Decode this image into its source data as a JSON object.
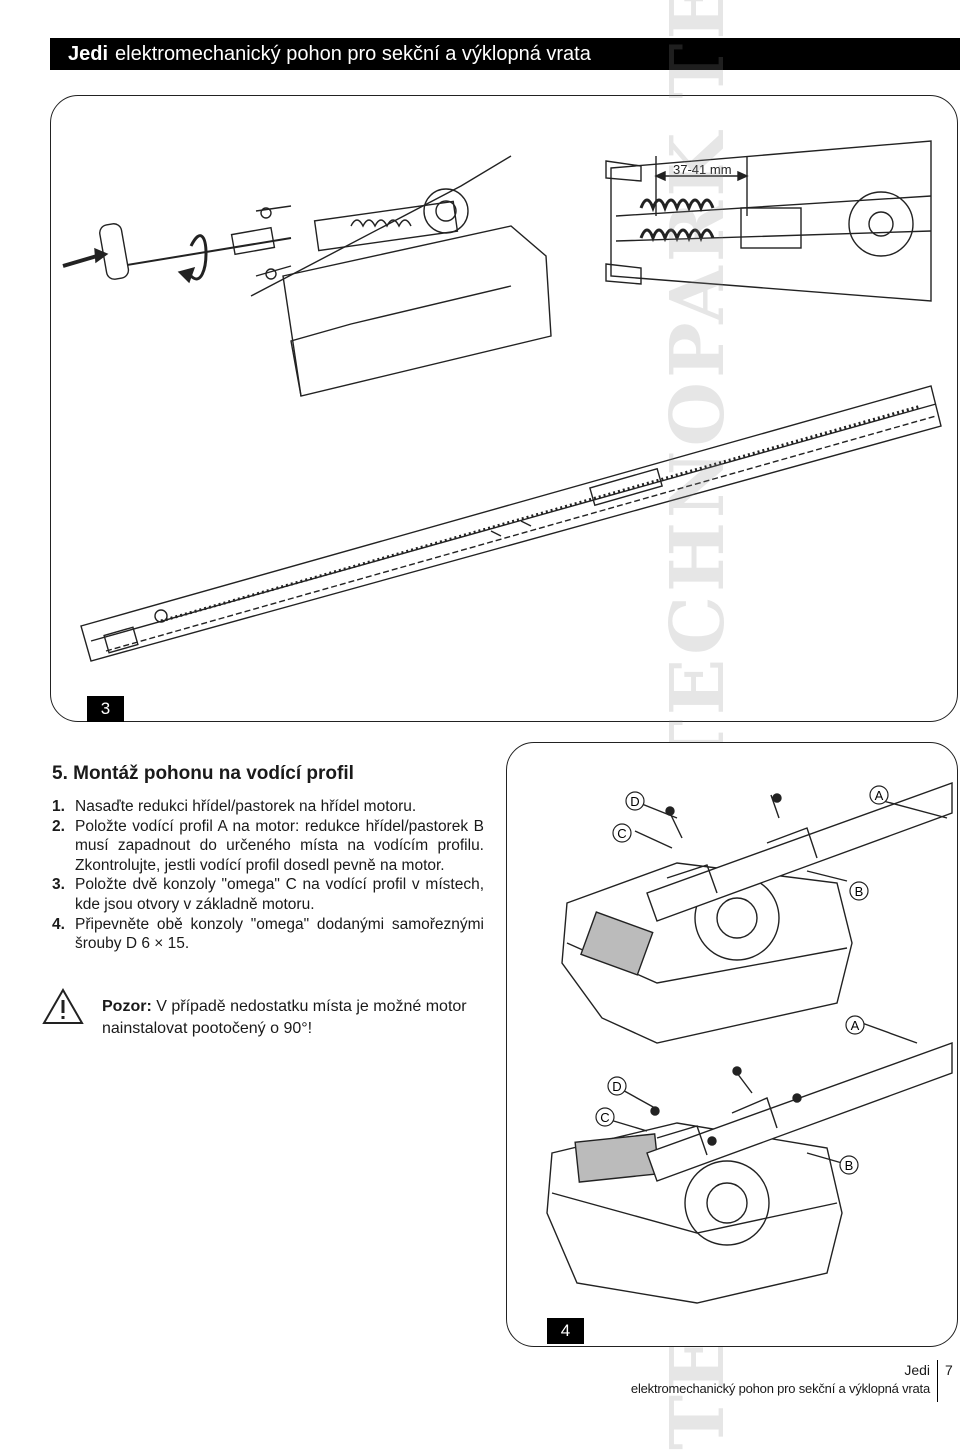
{
  "header": {
    "brand": "Jedi",
    "title": "elektromechanický pohon pro sekční a výklopná vrata"
  },
  "watermark": "TECHNOPARK TECHNOPARK TECHNOPARK®",
  "figure3": {
    "label": "3",
    "dimension": "37-41 mm"
  },
  "section": {
    "title": "5. Montáž pohonu na vodící profil",
    "steps": [
      {
        "num": "1.",
        "text": "Nasaďte redukci hřídel/pastorek na hřídel motoru."
      },
      {
        "num": "2.",
        "text": "Položte vodící profil A na motor: redukce hřídel/pastorek B musí zapadnout do určeného místa na vodícím profilu. Zkontrolujte, jestli vodící profil dosedl pevně na motor."
      },
      {
        "num": "3.",
        "text": "Položte dvě konzoly \"omega\" C na vodící profil v místech, kde jsou otvory v základně motoru."
      },
      {
        "num": "4.",
        "text": "Připevněte obě konzoly \"omega\" dodanými samořeznými šrouby D 6 × 15."
      }
    ]
  },
  "warning": {
    "label": "Pozor:",
    "text": "V případě nedostatku místa je možné motor nainstalovat pootočený o 90°!"
  },
  "figure4": {
    "label": "4",
    "callouts_top": [
      "D",
      "C",
      "A",
      "B"
    ],
    "callouts_bottom": [
      "A",
      "D",
      "C",
      "B"
    ]
  },
  "footer": {
    "brand": "Jedi",
    "subtitle": "elektromechanický pohon pro sekční a výklopná vrata",
    "page": "7"
  }
}
